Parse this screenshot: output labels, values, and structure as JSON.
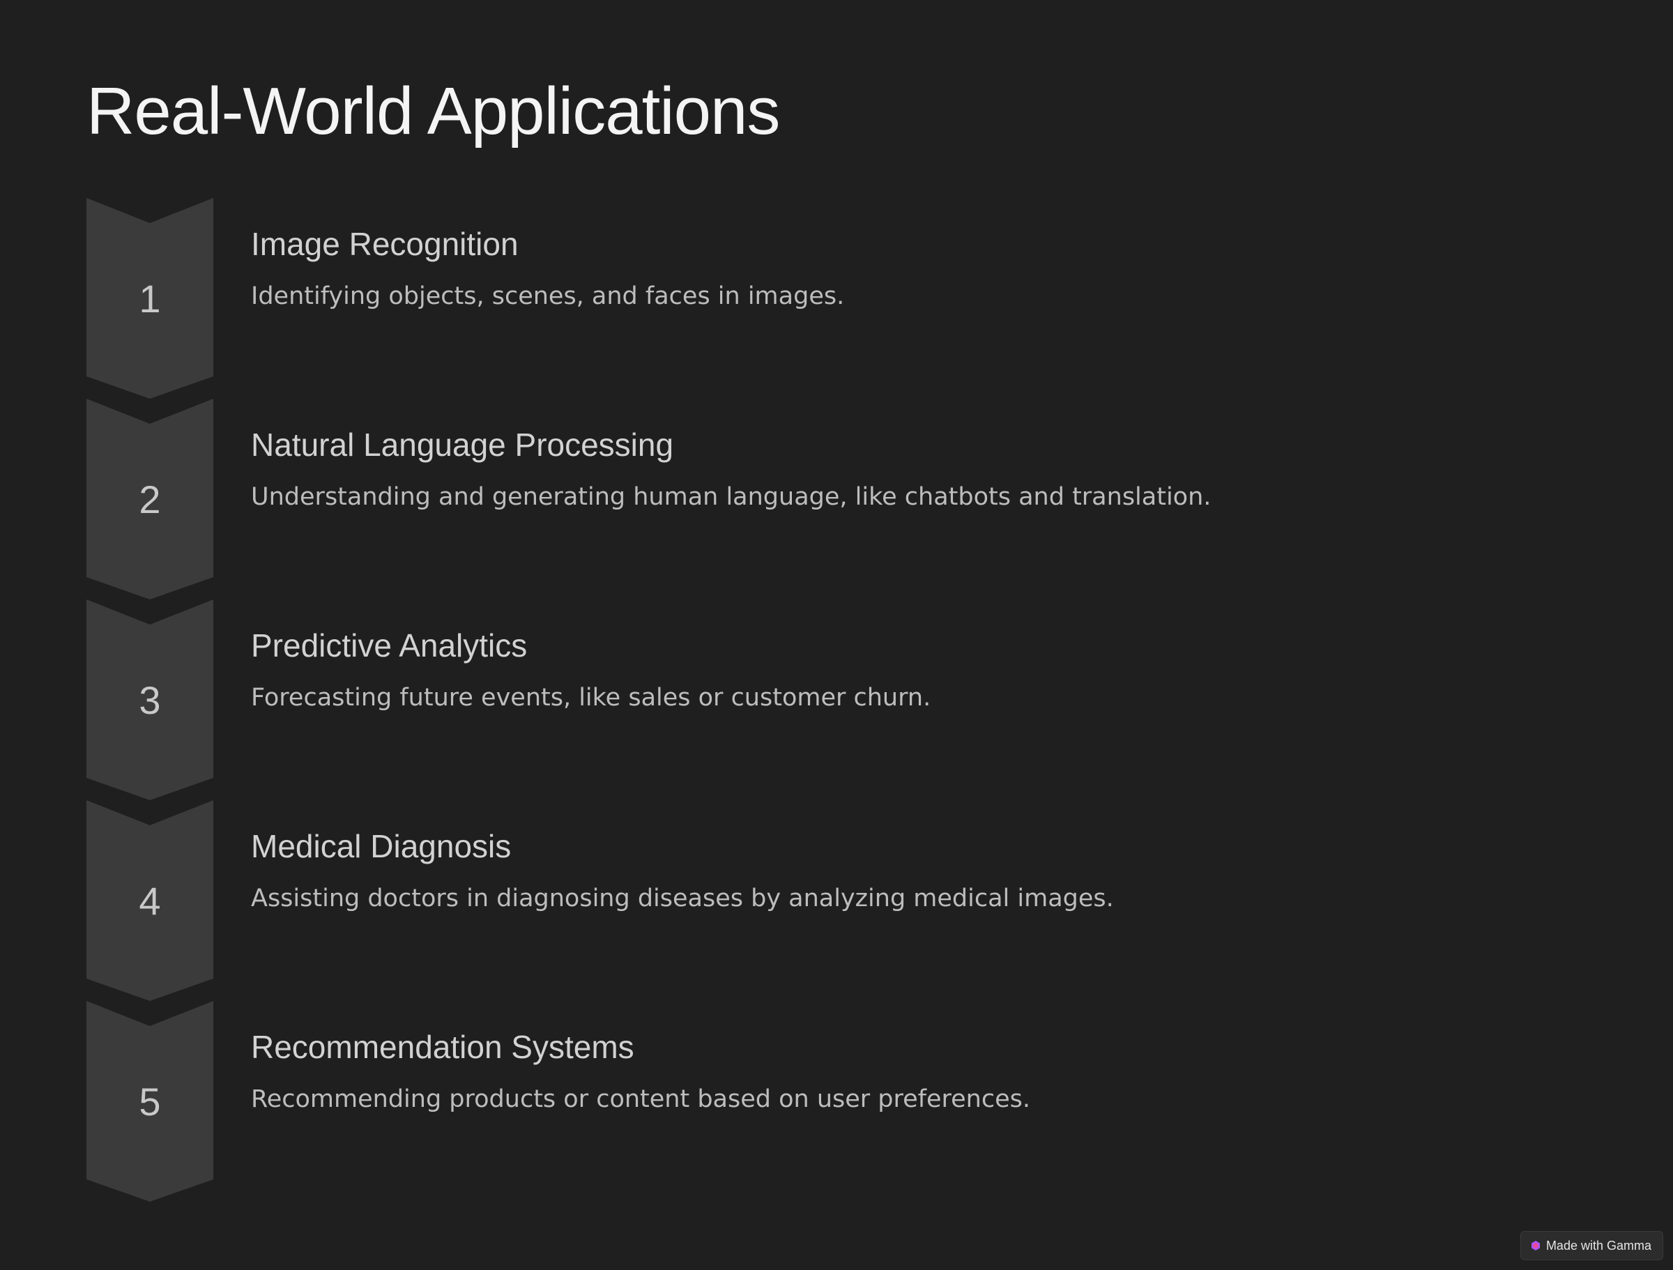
{
  "slide": {
    "title": "Real-World Applications"
  },
  "steps": [
    {
      "number": "1",
      "title": "Image Recognition",
      "description": "Identifying objects, scenes, and faces in images."
    },
    {
      "number": "2",
      "title": "Natural Language Processing",
      "description": "Understanding and generating human language, like chatbots and translation."
    },
    {
      "number": "3",
      "title": "Predictive Analytics",
      "description": "Forecasting future events, like sales or customer churn."
    },
    {
      "number": "4",
      "title": "Medical Diagnosis",
      "description": "Assisting doctors in diagnosing diseases by analyzing medical images."
    },
    {
      "number": "5",
      "title": "Recommendation Systems",
      "description": "Recommending products or content based on user preferences."
    }
  ],
  "badge": {
    "label": "Made with Gamma",
    "icon": "gamma-logo-icon"
  },
  "colors": {
    "background": "#1f1f1f",
    "chevron": "#3b3b3b",
    "title": "#f4f4f4",
    "text": "#bdbdbd",
    "badge_icon": "#a855f7"
  }
}
